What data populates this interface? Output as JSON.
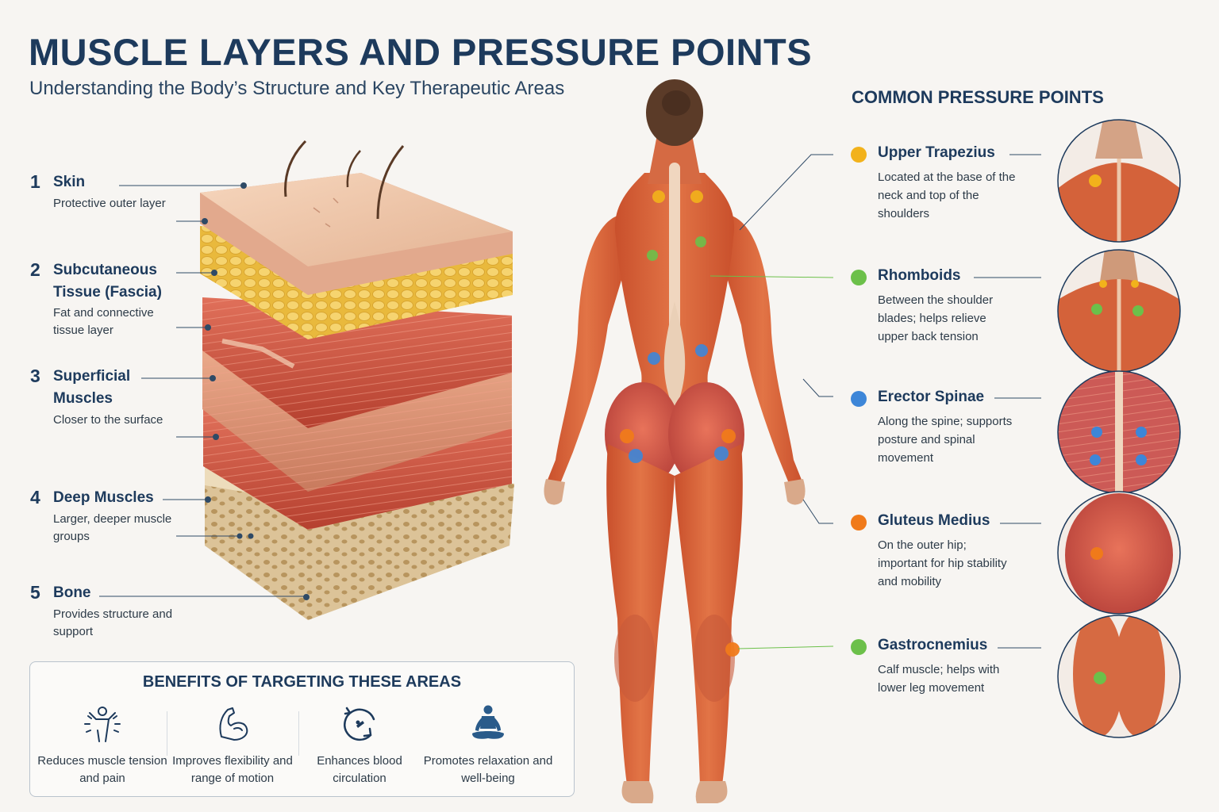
{
  "title": "MUSCLE LAYERS AND PRESSURE POINTS",
  "subtitle": "Understanding the Body’s Structure and Key Therapeutic Areas",
  "layers": [
    {
      "num": "1",
      "name": "Skin",
      "desc": "Protective outer layer"
    },
    {
      "num": "2",
      "name": "Subcutaneous Tissue (Fascia)",
      "desc": "Fat and connective tissue layer"
    },
    {
      "num": "3",
      "name": "Superficial Muscles",
      "desc": "Closer to the surface"
    },
    {
      "num": "4",
      "name": "Deep Muscles",
      "desc": "Larger, deeper muscle groups"
    },
    {
      "num": "5",
      "name": "Bone",
      "desc": "Provides structure and support"
    }
  ],
  "pressure_points": {
    "heading": "COMMON PRESSURE POINTS",
    "items": [
      {
        "name": "Upper Trapezius",
        "desc": "Located at the base of the neck and top of the shoulders",
        "color": "#f2b21b"
      },
      {
        "name": "Rhomboids",
        "desc": "Between the shoulder blades; helps relieve upper back tension",
        "color": "#6cc04a"
      },
      {
        "name": "Erector Spinae",
        "desc": "Along the spine; supports posture and spinal movement",
        "color": "#3d86d8"
      },
      {
        "name": "Gluteus Medius",
        "desc": "On the outer hip; important for hip stability and mobility",
        "color": "#f07a1a"
      },
      {
        "name": "Gastrocnemius",
        "desc": "Calf muscle; helps with lower leg movement",
        "color": "#6cc04a"
      }
    ]
  },
  "benefits": {
    "title": "BENEFITS OF TARGETING THESE AREAS",
    "items": [
      {
        "label": "Reduces muscle tension and pain",
        "icon": "relief-figure-icon"
      },
      {
        "label": "Improves flexibility and range of motion",
        "icon": "flexed-arm-icon"
      },
      {
        "label": "Enhances blood circulation",
        "icon": "circulation-icon"
      },
      {
        "label": "Promotes relaxation and well-being",
        "icon": "meditation-icon"
      }
    ]
  },
  "colors": {
    "heading": "#1d3a5c",
    "muscle": "#d9633a",
    "skin": "#efc7a8",
    "fat": "#f2cf5a",
    "bone": "#e7d3ae"
  }
}
